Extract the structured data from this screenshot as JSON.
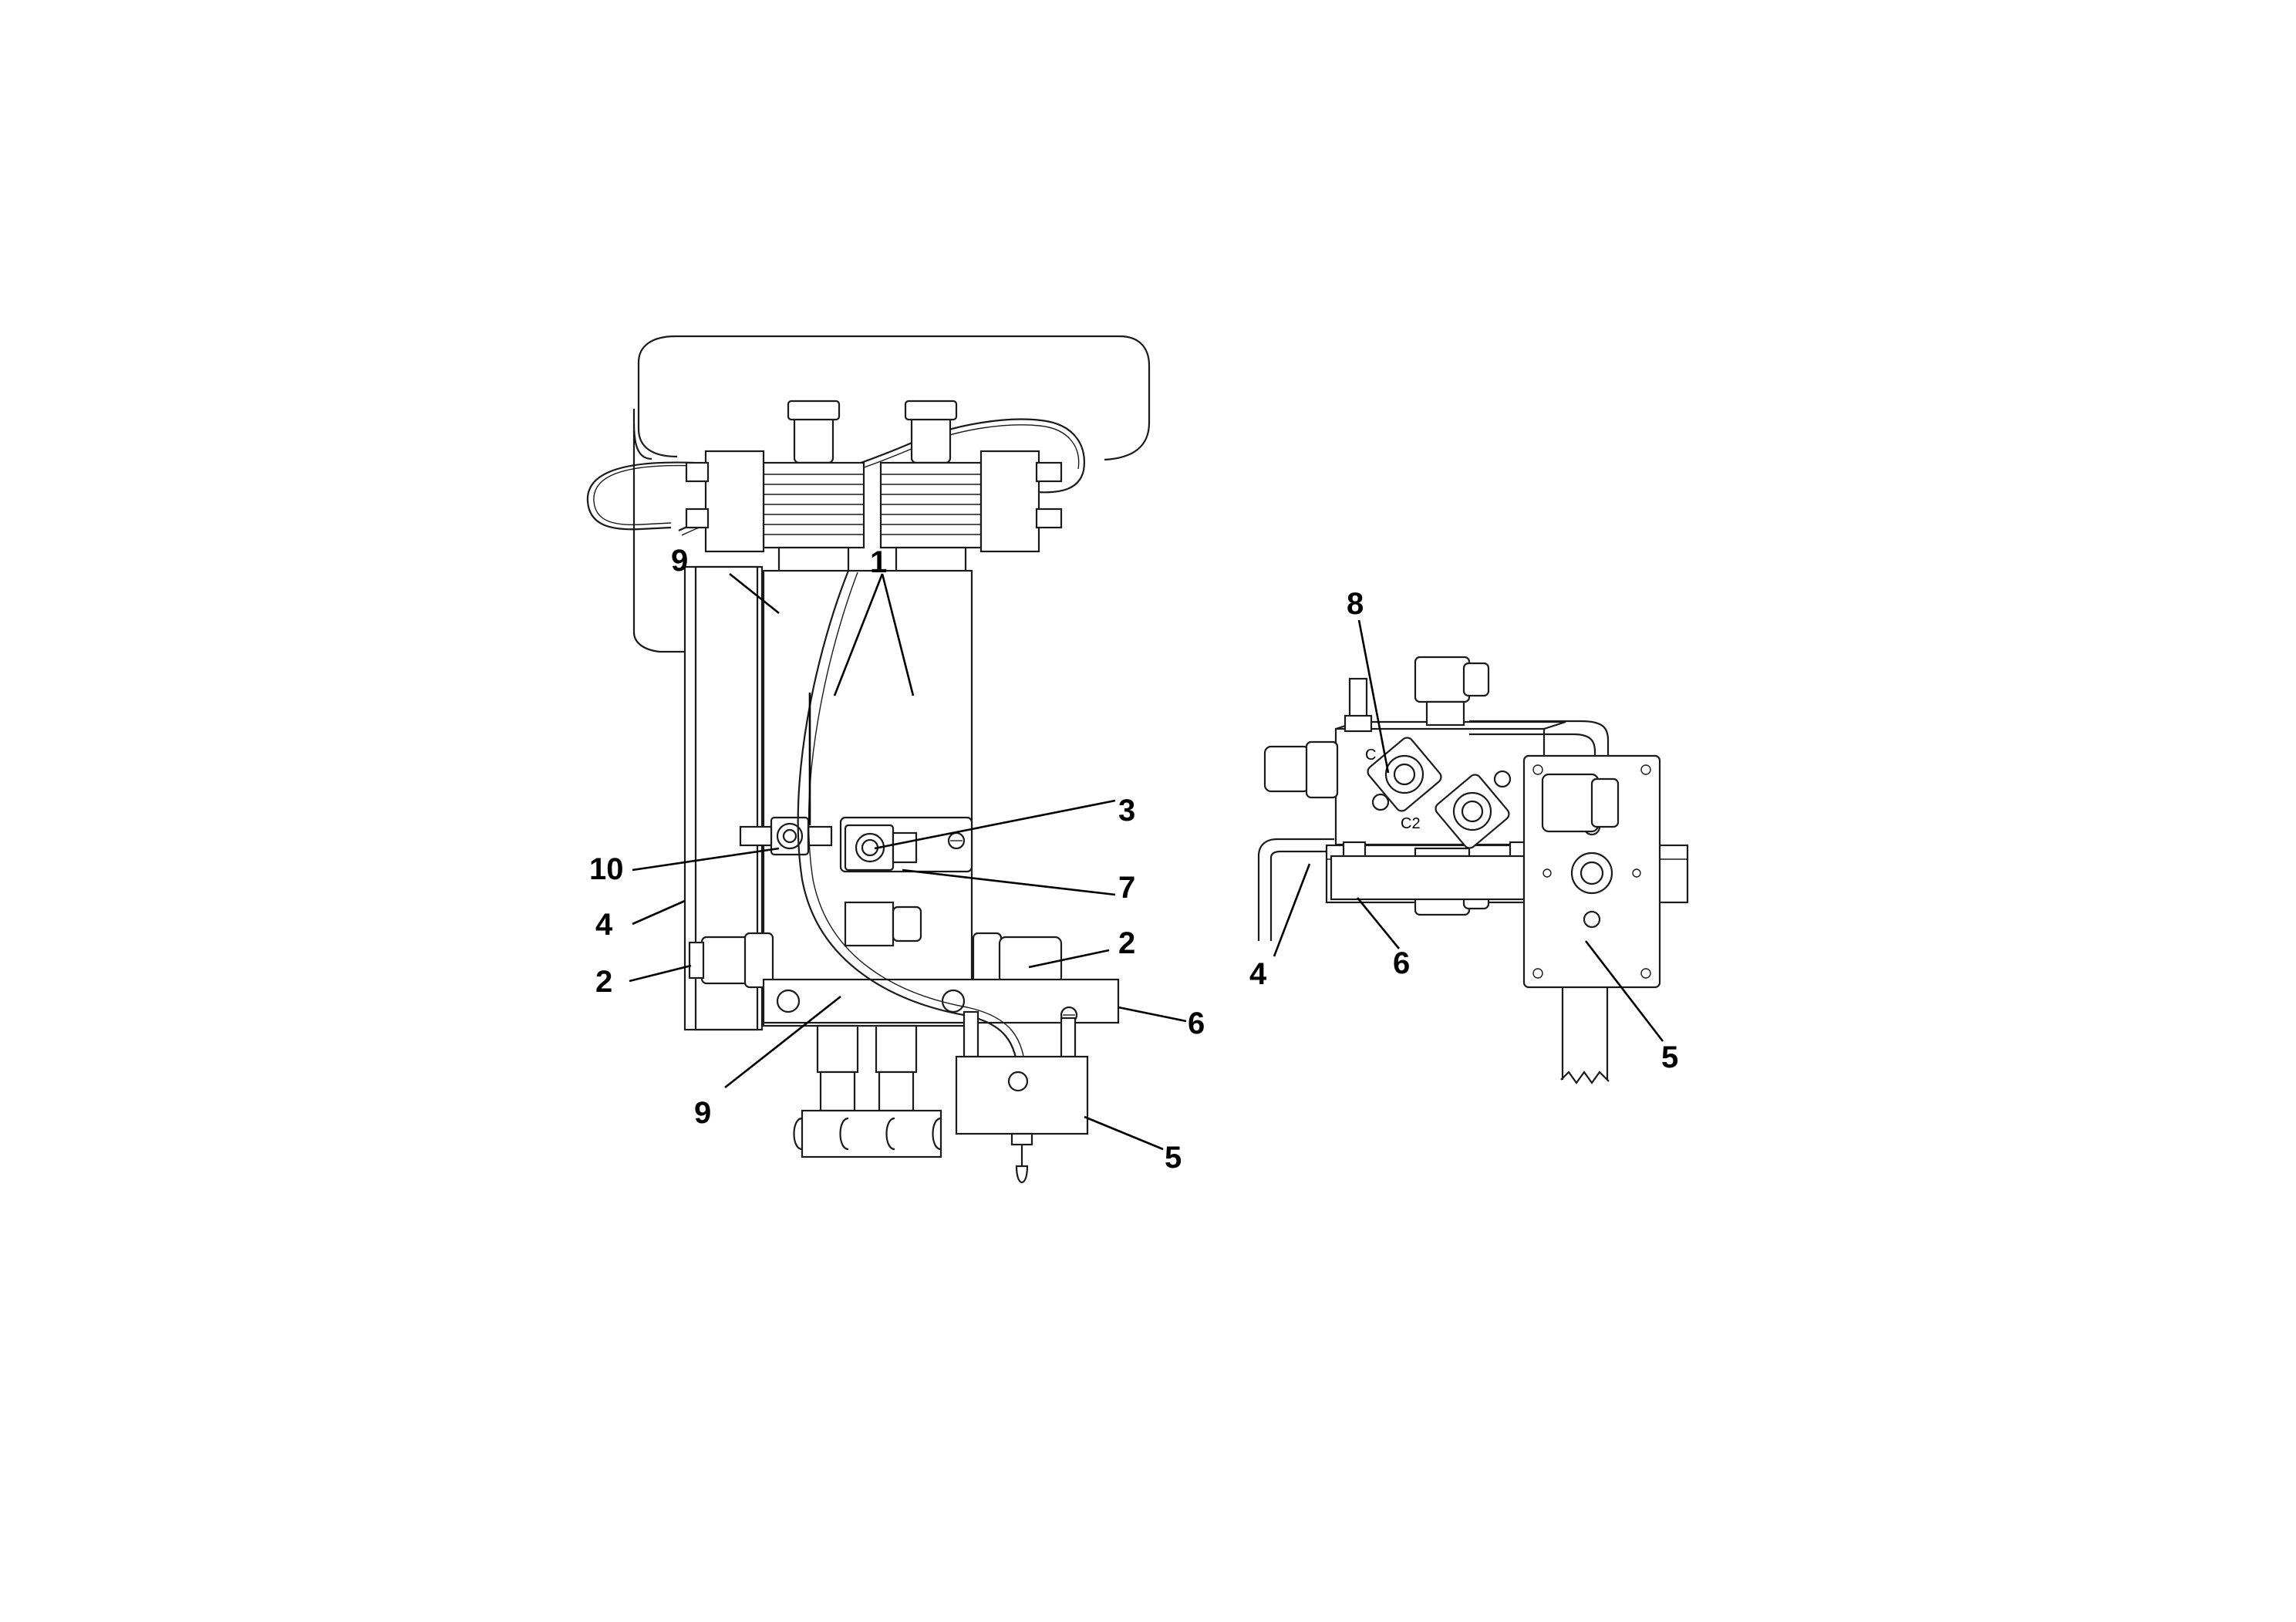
{
  "callouts": {
    "left_view": {
      "c1": "1",
      "c2_left": "2",
      "c2_right": "2",
      "c3": "3",
      "c4": "4",
      "c5": "5",
      "c6": "6",
      "c7": "7",
      "c9_top": "9",
      "c9_bottom": "9",
      "c10": "10"
    },
    "right_view": {
      "c4": "4",
      "c5": "5",
      "c6": "6",
      "c8": "8"
    }
  },
  "port_markings": {
    "c": "C",
    "c2": "C2"
  }
}
